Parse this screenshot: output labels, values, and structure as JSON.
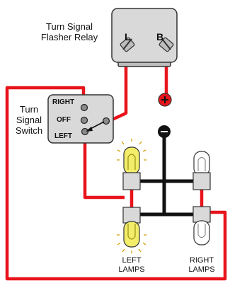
{
  "relay": {
    "label_line1": "Turn Signal",
    "label_line2": "Flasher Relay",
    "terminal_left": "L",
    "terminal_right": "B"
  },
  "switch": {
    "label_line1": "Turn",
    "label_line2": "Signal",
    "label_line3": "Switch",
    "pos_right": "RIGHT",
    "pos_off": "OFF",
    "pos_left": "LEFT"
  },
  "battery": {
    "positive_symbol": "+",
    "negative_symbol": "−"
  },
  "lamps": {
    "left_line1": "LEFT",
    "left_line2": "LAMPS",
    "right_line1": "RIGHT",
    "right_line2": "LAMPS"
  },
  "colors": {
    "wire_power": "#e8141b",
    "wire_ground": "#111111",
    "lamp_lit": "#f2ee6a",
    "lamp_unlit": "#ffffff",
    "box_fill": "#d9d9d9"
  }
}
